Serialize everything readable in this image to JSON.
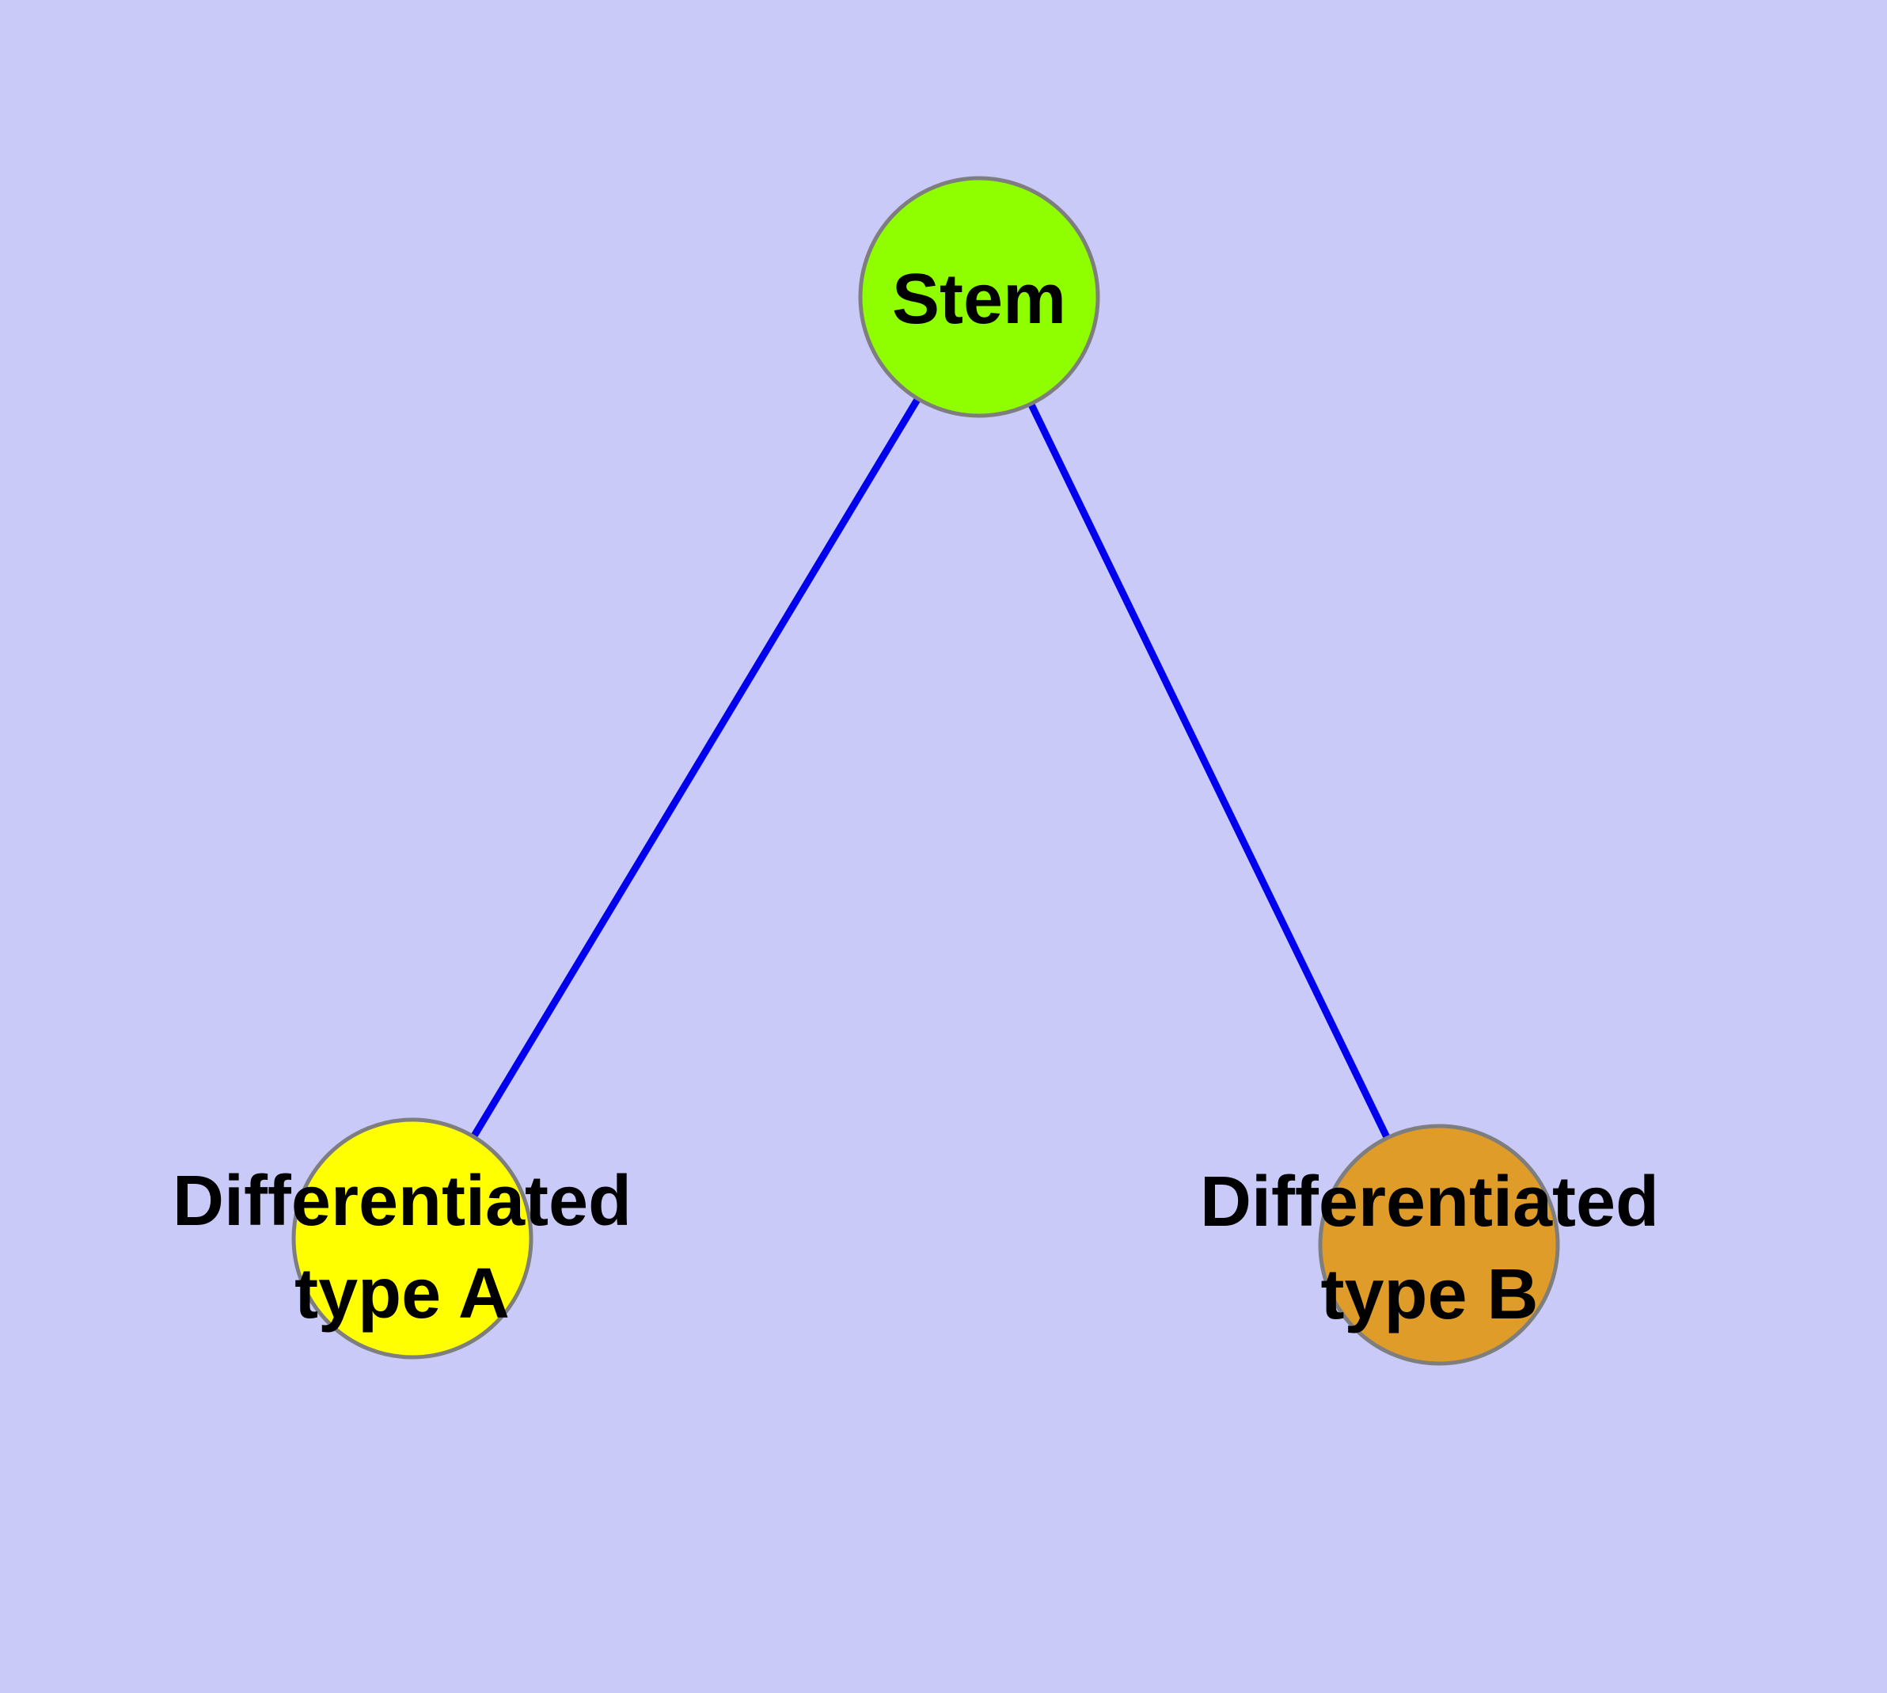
{
  "diagram": {
    "background_color": "#CACAF8",
    "edge_color": "#0000EE",
    "node_border_color": "#7E7E7E",
    "label_color": "#000000",
    "nodes": [
      {
        "id": "stem",
        "label": "Stem",
        "color": "#8FFF00"
      },
      {
        "id": "differentiated-type-a",
        "label_line1": "Differentiated",
        "label_line2": "type A",
        "color": "#FFFF00"
      },
      {
        "id": "differentiated-type-b",
        "label_line1": "Differentiated",
        "label_line2": "type B",
        "color": "#E09C28"
      }
    ],
    "edges": [
      {
        "from": "Stem",
        "to": "Differentiated type A"
      },
      {
        "from": "Stem",
        "to": "Differentiated type B"
      }
    ]
  }
}
